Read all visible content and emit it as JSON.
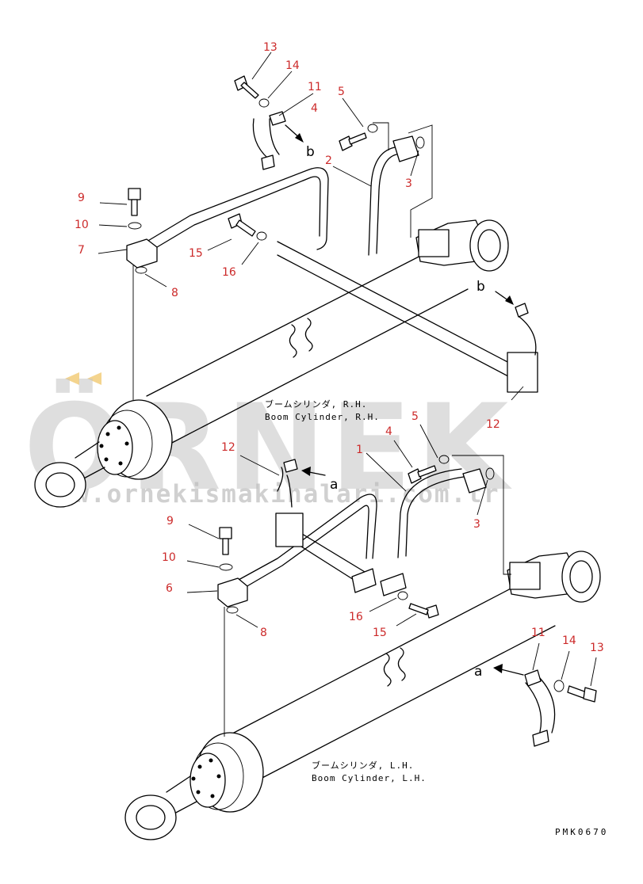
{
  "watermark": {
    "brand": "ÖRNEK",
    "url": "www.ornekismakinalari.com.tr",
    "accent_color": "#f2cd7a"
  },
  "titles": {
    "rh_jp": "ブームシリンダ, R.H.",
    "rh_en": "Boom Cylinder, R.H.",
    "lh_jp": "ブームシリンダ, L.H.",
    "lh_en": "Boom Cylinder, L.H."
  },
  "drawing_code": "PMK0670",
  "view_labels": {
    "a": "a",
    "b": "b"
  },
  "callouts": {
    "upper": {
      "n13": "13",
      "n14": "14",
      "n11": "11",
      "n4": "4",
      "n5": "5",
      "n2": "2",
      "n3": "3",
      "n9": "9",
      "n10": "10",
      "n7": "7",
      "n8": "8",
      "n15": "15",
      "n16": "16",
      "n12": "12"
    },
    "lower": {
      "n12": "12",
      "n5": "5",
      "n4": "4",
      "n1": "1",
      "n3": "3",
      "n9": "9",
      "n10": "10",
      "n6": "6",
      "n8": "8",
      "n16": "16",
      "n15": "15",
      "n11": "11",
      "n14": "14",
      "n13": "13"
    }
  },
  "colors": {
    "callout": "#cc2a2a",
    "line": "#000000"
  }
}
